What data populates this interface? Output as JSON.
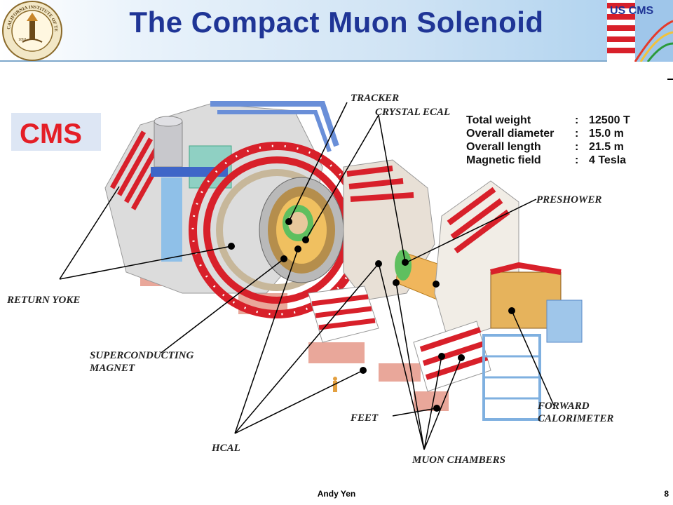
{
  "slide": {
    "title": "The Compact Muon Solenoid",
    "footer_author": "Andy Yen",
    "page_number": "8"
  },
  "logos": {
    "left_seal_text": "CALIFORNIA INSTITUTE OF TECHNOLOGY",
    "left_seal_year": "1891",
    "right_logo_text": "US CMS"
  },
  "diagram": {
    "badge": "CMS",
    "labels": {
      "tracker": "TRACKER",
      "crystal_ecal": "CRYSTAL ECAL",
      "preshower": "PRESHOWER",
      "return_yoke": "RETURN YOKE",
      "superconducting_1": "SUPERCONDUCTING",
      "superconducting_2": "MAGNET",
      "hcal": "HCAL",
      "feet": "FEET",
      "muon_chambers": "MUON CHAMBERS",
      "forward_1": "FORWARD",
      "forward_2": "CALORIMETER"
    },
    "specs": [
      {
        "name": "Total  weight",
        "sep": ":",
        "value": "12500  T"
      },
      {
        "name": "Overall  diameter",
        "sep": ":",
        "value": "15.0  m"
      },
      {
        "name": "Overall  length",
        "sep": ":",
        "value": "21.5  m"
      },
      {
        "name": "Magnetic  field",
        "sep": ":",
        "value": "4  Tesla"
      }
    ]
  },
  "colors": {
    "title": "#1f3596",
    "red_stripe": "#d8202a",
    "cms_badge_bg": "#dde6f4"
  }
}
